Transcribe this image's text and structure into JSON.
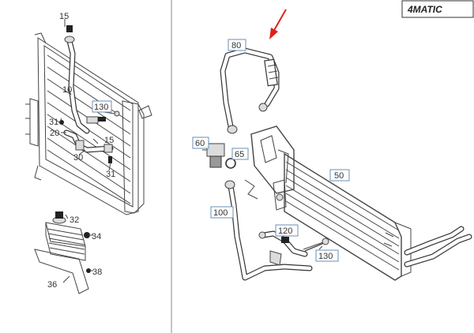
{
  "badge": "4MATIC",
  "callouts": {
    "p15a": "15",
    "p10": "10",
    "p130a": "130",
    "p31a": "31",
    "p20": "20",
    "p15b": "15",
    "p30": "30",
    "p31b": "31",
    "p32": "32",
    "p34": "34",
    "p38": "38",
    "p36": "36",
    "p80": "80",
    "p60": "60",
    "p65": "65",
    "p50": "50",
    "p100": "100",
    "p120": "120",
    "p130b": "130"
  },
  "colors": {
    "arrow": "#e0201b",
    "callout_border": "#6b8fb5"
  }
}
